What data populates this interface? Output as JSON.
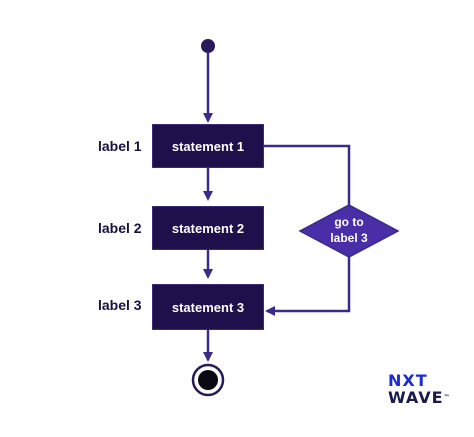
{
  "diagram": {
    "labels": [
      "label 1",
      "label 2",
      "label 3"
    ],
    "statements": [
      "statement 1",
      "statement 2",
      "statement 3"
    ],
    "decision": {
      "line1": "go to",
      "line2": "label 3"
    },
    "colors": {
      "box": "#1f0f4a",
      "decision": "#4a2ea8",
      "arrow": "#3a2a8a",
      "node": "#2a1a5a"
    }
  },
  "logo": {
    "line1": "NXT",
    "line2": "WAVE",
    "mark": "™"
  }
}
